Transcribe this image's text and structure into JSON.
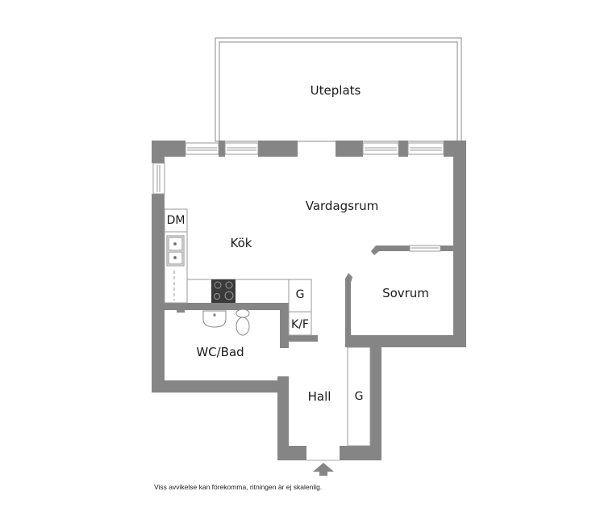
{
  "floorplan": {
    "wall_color": "#858585",
    "stove_color": "#3a3a3a",
    "rooms": [
      {
        "id": "uteplats",
        "label": "Uteplats"
      },
      {
        "id": "vardagsrum",
        "label": "Vardagsrum"
      },
      {
        "id": "kok",
        "label": "Kök"
      },
      {
        "id": "sovrum",
        "label": "Sovrum"
      },
      {
        "id": "wc-bad",
        "label": "WC/Bad"
      },
      {
        "id": "hall",
        "label": "Hall"
      }
    ],
    "fixtures": [
      {
        "id": "dm",
        "label": "DM"
      },
      {
        "id": "g-kitchen",
        "label": "G"
      },
      {
        "id": "kf",
        "label": "K/F"
      },
      {
        "id": "g-hall",
        "label": "G"
      }
    ],
    "entrance": "arrow-up"
  },
  "disclaimer": "Viss avvikelse kan förekomma, ritningen är ej skalenlig."
}
